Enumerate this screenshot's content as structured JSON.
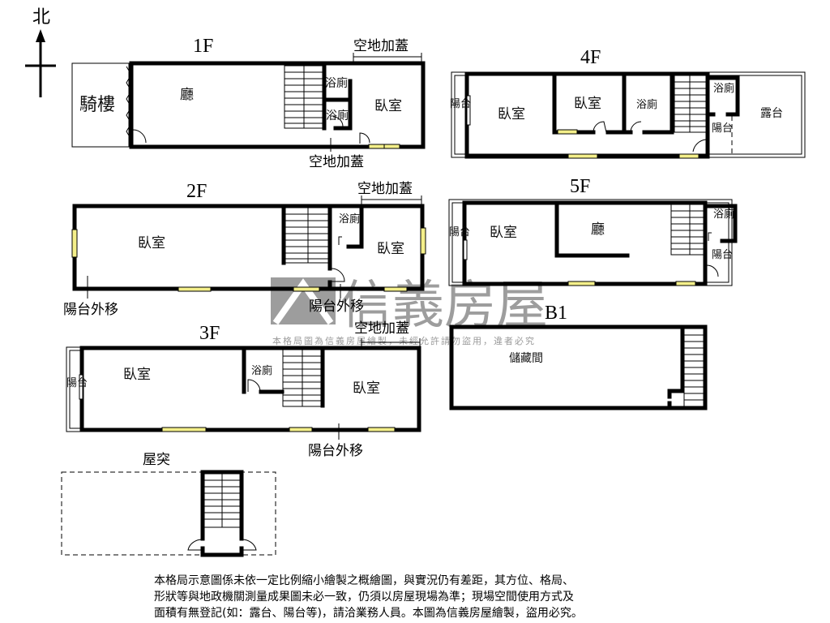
{
  "compass": {
    "label": "北"
  },
  "floors": {
    "f1": {
      "title": "1F",
      "arcade": "騎樓",
      "rooms": [
        "廳",
        "浴廁",
        "浴廁",
        "臥室"
      ],
      "annotations": [
        "空地加蓋",
        "空地加蓋"
      ]
    },
    "f2": {
      "title": "2F",
      "rooms": [
        "臥室",
        "浴廁",
        "臥室"
      ],
      "annotations": [
        "空地加蓋",
        "陽台外移",
        "陽台外移"
      ]
    },
    "f3": {
      "title": "3F",
      "rooms": [
        "陽台",
        "臥室",
        "浴廁",
        "臥室"
      ],
      "annotations": [
        "空地加蓋",
        "陽台外移"
      ]
    },
    "f4": {
      "title": "4F",
      "rooms": [
        "陽台",
        "臥室",
        "臥室",
        "浴廁",
        "浴廁",
        "陽台",
        "露台"
      ]
    },
    "f5": {
      "title": "5F",
      "rooms": [
        "陽台",
        "臥室",
        "廳",
        "浴廁",
        "陽台"
      ]
    },
    "b1": {
      "title": "B1",
      "rooms": [
        "儲藏間"
      ]
    },
    "roof": {
      "title": "屋突"
    }
  },
  "watermark": {
    "brand": "信義房屋",
    "notice": "本格局圖為信義房屋繪製，未經允許請勿盜用，違者必究"
  },
  "disclaimer": {
    "lines": [
      "本格局示意圖係未依一定比例縮小繪製之概繪圖，與實況仍有差距，其方位、格局、",
      "形狀等與地政機關測量成果圖未必一致，仍須以房屋現場為準；現場空間使用方式及",
      "面積有無登記(如：露台、陽台等)，請洽業務人員。本圖為信義房屋繪製，盜用必究。"
    ]
  },
  "colors": {
    "wall": "#000000",
    "window": "#f4ef8a",
    "watermark": "#8c8c8c"
  }
}
